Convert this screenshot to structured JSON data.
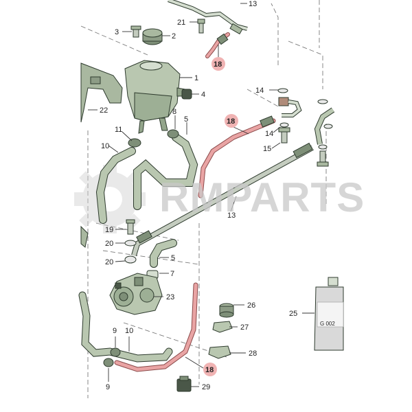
{
  "watermark": "RMPARTS",
  "container_text": "G 002",
  "callouts": [
    {
      "id": "c13a",
      "label": "13",
      "highlight": false
    },
    {
      "id": "c21",
      "label": "21",
      "highlight": false
    },
    {
      "id": "c3",
      "label": "3",
      "highlight": false
    },
    {
      "id": "c2",
      "label": "2",
      "highlight": false
    },
    {
      "id": "c18a",
      "label": "18",
      "highlight": true
    },
    {
      "id": "c1",
      "label": "1",
      "highlight": false
    },
    {
      "id": "c4",
      "label": "4",
      "highlight": false
    },
    {
      "id": "c22",
      "label": "22",
      "highlight": false
    },
    {
      "id": "c14a",
      "label": "14",
      "highlight": false
    },
    {
      "id": "c18b",
      "label": "18",
      "highlight": true
    },
    {
      "id": "c14b",
      "label": "14",
      "highlight": false
    },
    {
      "id": "c15",
      "label": "15",
      "highlight": false
    },
    {
      "id": "c8",
      "label": "8",
      "highlight": false
    },
    {
      "id": "c5a",
      "label": "5",
      "highlight": false
    },
    {
      "id": "c11",
      "label": "11",
      "highlight": false
    },
    {
      "id": "c10a",
      "label": "10",
      "highlight": false
    },
    {
      "id": "c13b",
      "label": "13",
      "highlight": false
    },
    {
      "id": "c19",
      "label": "19",
      "highlight": false
    },
    {
      "id": "c20a",
      "label": "20",
      "highlight": false
    },
    {
      "id": "c20b",
      "label": "20",
      "highlight": false
    },
    {
      "id": "c5b",
      "label": "5",
      "highlight": false
    },
    {
      "id": "c7",
      "label": "7",
      "highlight": false
    },
    {
      "id": "c23",
      "label": "23",
      "highlight": false
    },
    {
      "id": "c26",
      "label": "26",
      "highlight": false
    },
    {
      "id": "c27",
      "label": "27",
      "highlight": false
    },
    {
      "id": "c25",
      "label": "25",
      "highlight": false
    },
    {
      "id": "c9a",
      "label": "9",
      "highlight": false
    },
    {
      "id": "c10b",
      "label": "10",
      "highlight": false
    },
    {
      "id": "c28",
      "label": "28",
      "highlight": false
    },
    {
      "id": "c18c",
      "label": "18",
      "highlight": true
    },
    {
      "id": "c9b",
      "label": "9",
      "highlight": false
    },
    {
      "id": "c29",
      "label": "29",
      "highlight": false
    }
  ],
  "colors": {
    "part_green": "#b9c7b0",
    "part_dark": "#7e8f78",
    "highlight_hose": "#e9a4a4",
    "highlight_hose_stroke": "#8a4a4a",
    "highlight_badge": "#f0b3b3"
  }
}
